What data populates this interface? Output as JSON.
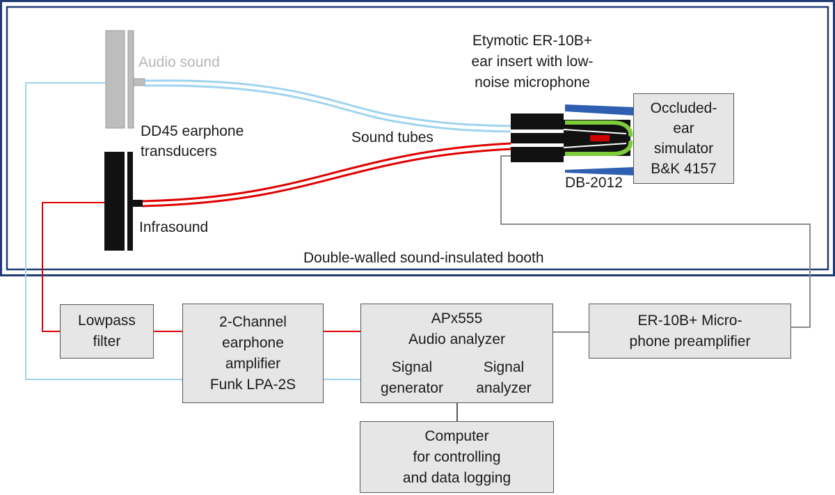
{
  "labels": {
    "audio_sound": "Audio sound",
    "transducers": "DD45 earphone\ntransducers",
    "infrasound": "Infrasound",
    "sound_tubes": "Sound tubes",
    "ear_insert": "Etymotic ER-10B+\near insert with low-\nnoise microphone",
    "db2012": "DB-2012",
    "booth": "Double-walled sound-insulated booth"
  },
  "boxes": {
    "simulator": "Occluded-\near\nsimulator\nB&K 4157",
    "lowpass": "Lowpass\nfilter",
    "amplifier": "2-Channel\nearphone\namplifier\nFunk LPA-2S",
    "analyzer_title": "APx555\nAudio analyzer",
    "signal_generator": "Signal\ngenerator",
    "signal_analyzer": "Signal\nanalyzer",
    "preamp": "ER-10B+ Micro-\nphone preamplifier",
    "computer": "Computer\nfor controlling\nand data logging"
  },
  "colors": {
    "booth_border": "#1f3b73",
    "infrasound_line": "#e00000",
    "audio_line": "#9fd4ef",
    "mic_line": "#8a8a8a",
    "insert_body": "#111111",
    "green_tube": "#7fcc3a",
    "blue_clamp": "#2e5fb0",
    "box_fill": "#e6e6e6"
  }
}
